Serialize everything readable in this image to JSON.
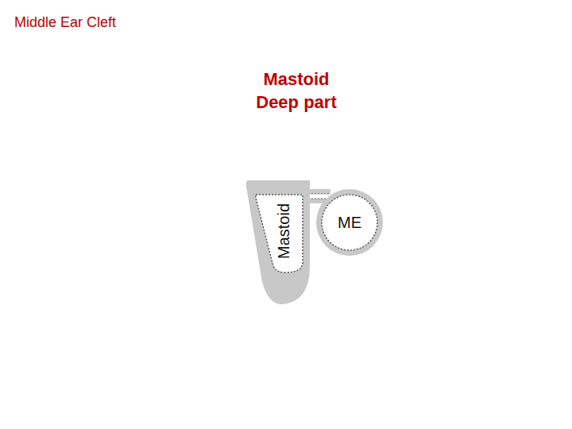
{
  "diagram": {
    "title": "Middle Ear Cleft",
    "nodes": [
      {
        "text": [
          "Mastoid"
        ]
      },
      {
        "text": [
          "ME"
        ]
      }
    ],
    "edges": [
      {
        "from": 0,
        "to": 1,
        "arrow": "none"
      }
    ],
    "labels": [
      "Mastoid Deep part"
    ]
  }
}
